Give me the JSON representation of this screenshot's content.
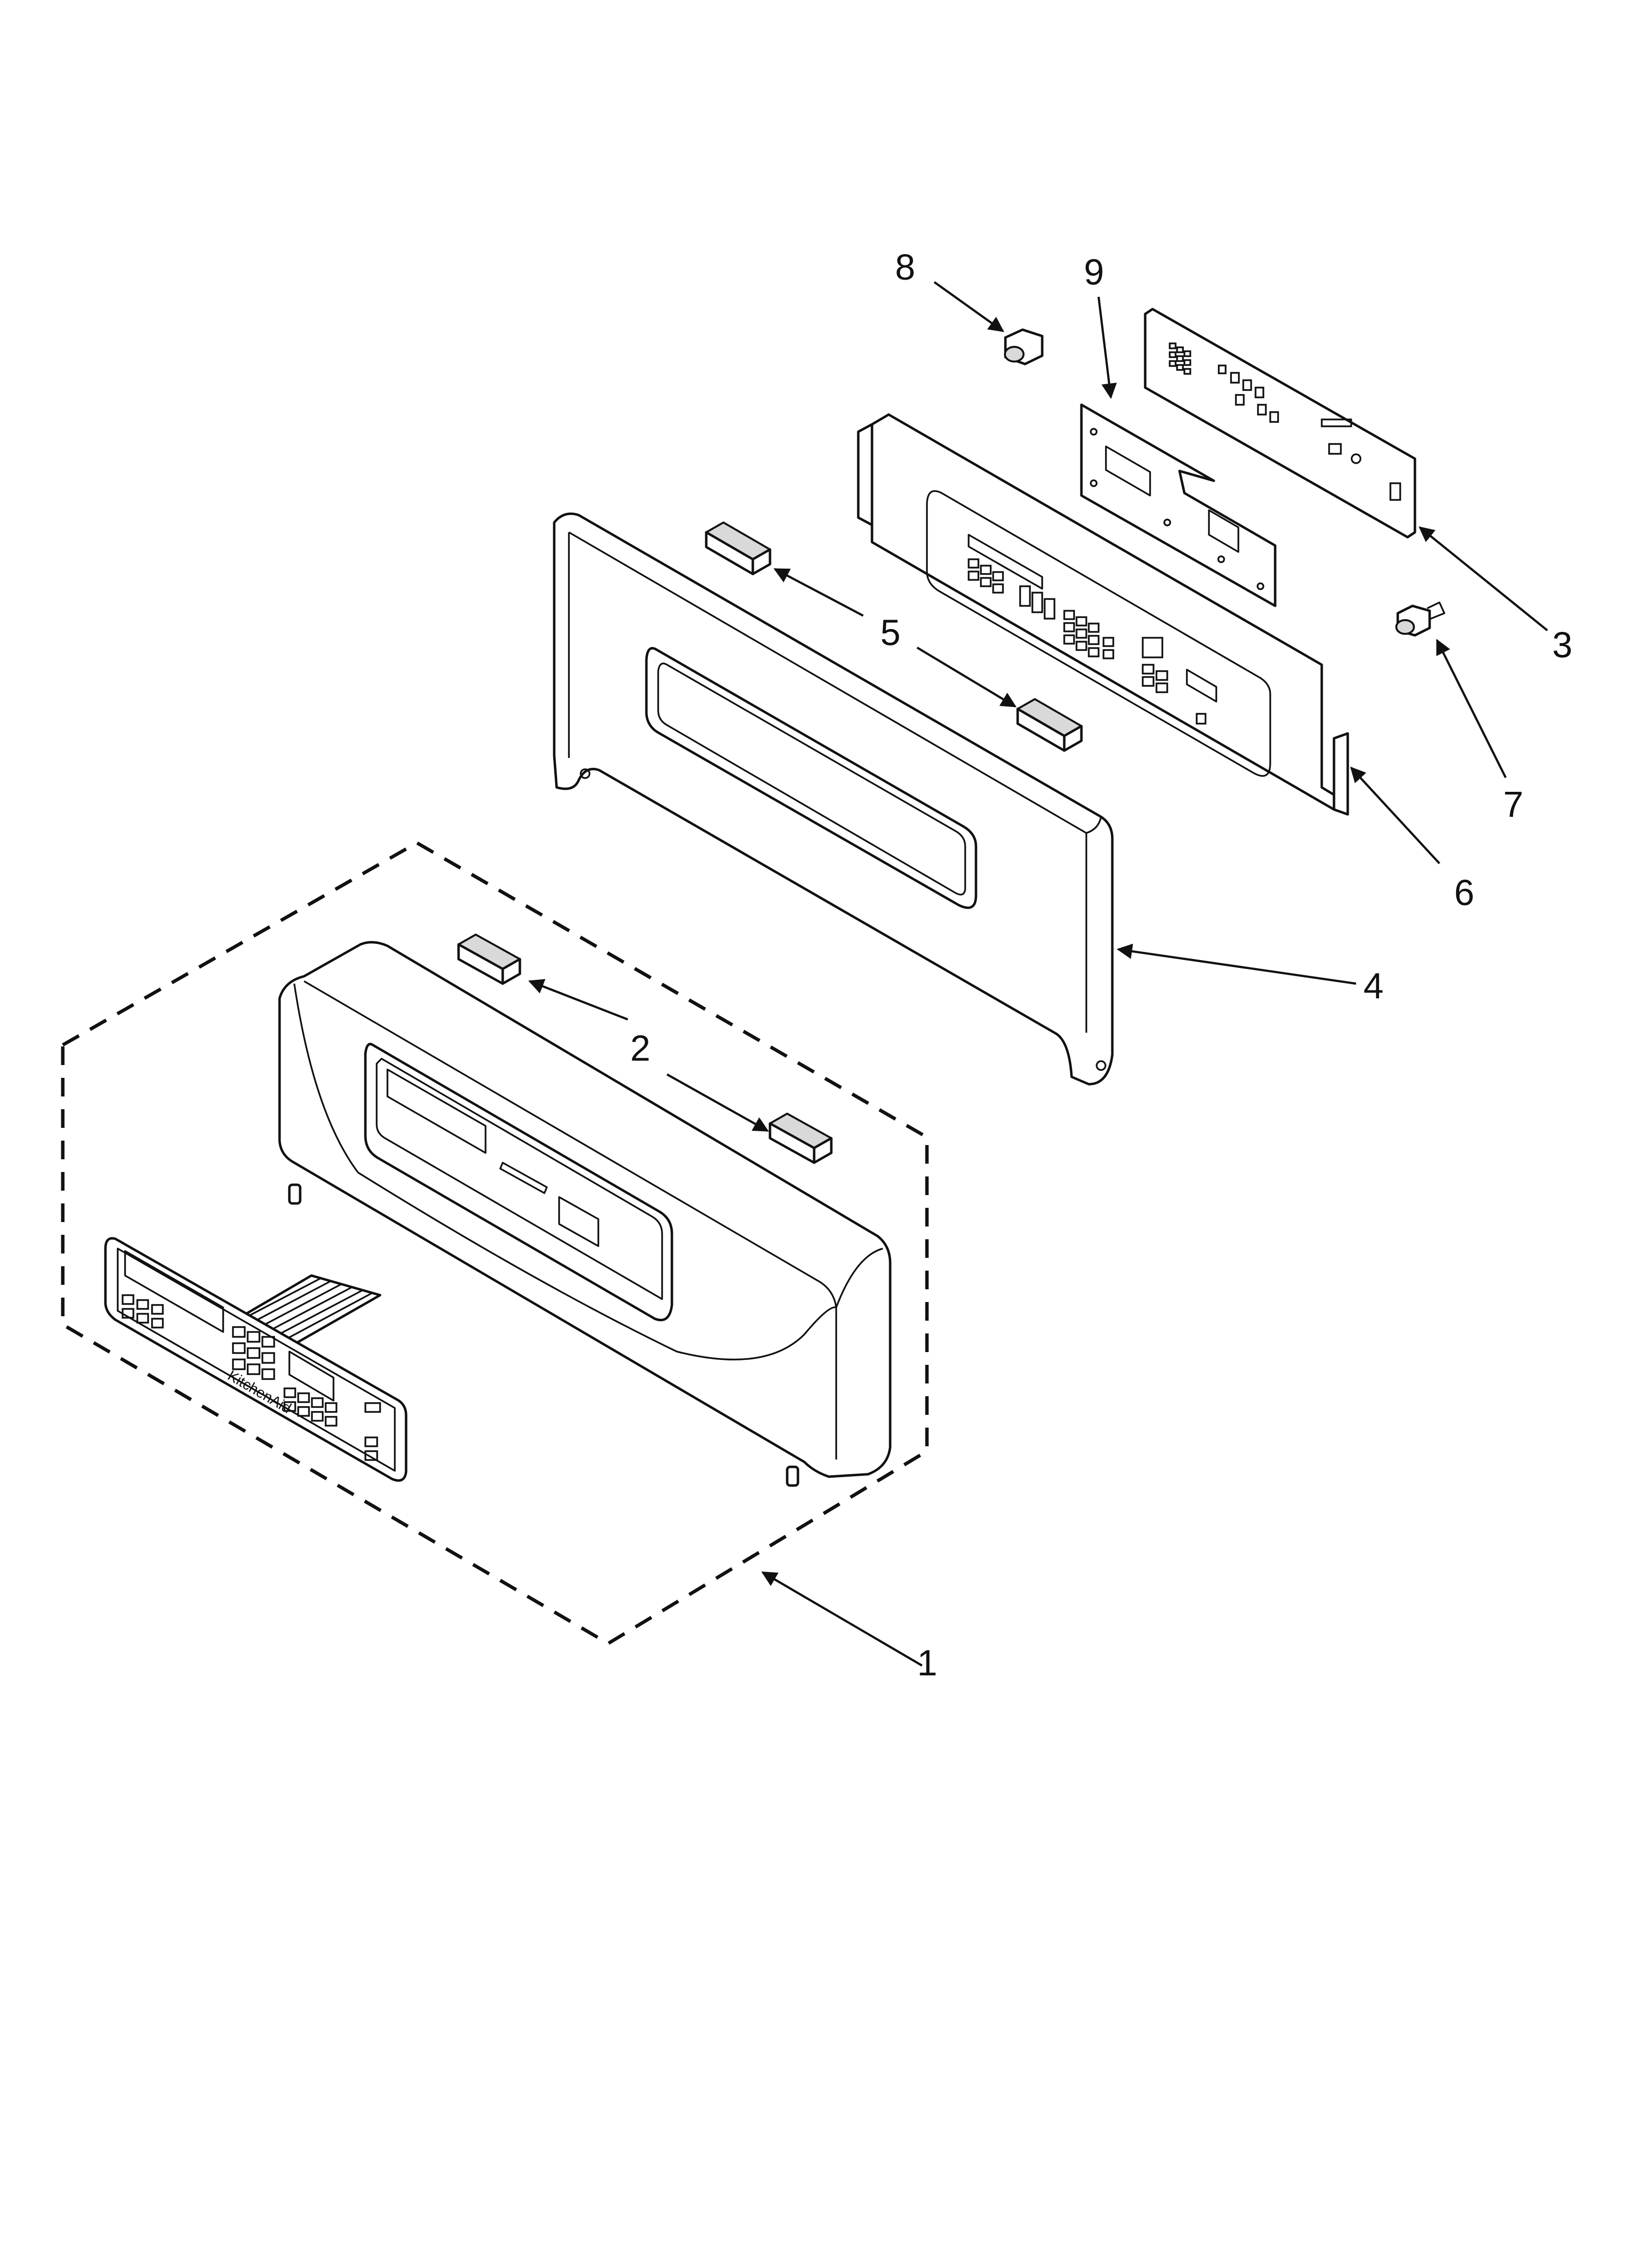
{
  "diagram": {
    "brand_text": "KitchenAid",
    "callouts": [
      {
        "id": "1",
        "label": "1"
      },
      {
        "id": "2",
        "label": "2"
      },
      {
        "id": "3",
        "label": "3"
      },
      {
        "id": "4",
        "label": "4"
      },
      {
        "id": "5",
        "label": "5"
      },
      {
        "id": "6",
        "label": "6"
      },
      {
        "id": "7",
        "label": "7"
      },
      {
        "id": "8",
        "label": "8"
      },
      {
        "id": "9",
        "label": "9"
      }
    ]
  }
}
